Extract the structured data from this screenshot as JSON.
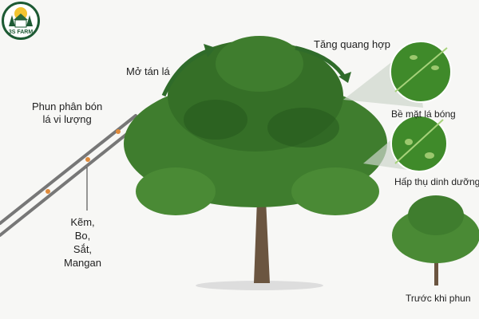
{
  "logo": {
    "text": "3S FARM"
  },
  "labels": {
    "spray": "Phun phân bón lá vi lượng",
    "spray_line1": "Phun phân bón",
    "spray_line2": "lá vi lượng",
    "micronutrients": [
      "Kẽm,",
      "Bo,",
      "Sắt,",
      "Mangan"
    ],
    "open_canopy": "Mở tán lá",
    "photosynthesis": "Tăng quang hợp",
    "glossy_leaf": "Bề mặt lá bóng",
    "absorption": "Hấp thụ dinh dưỡng",
    "before": "Trước khi phun"
  },
  "colors": {
    "leaf": "#3f7d2e",
    "leaf_dark": "#24551c",
    "arrow": "#2f6b2a",
    "trunk": "#6b5540"
  }
}
